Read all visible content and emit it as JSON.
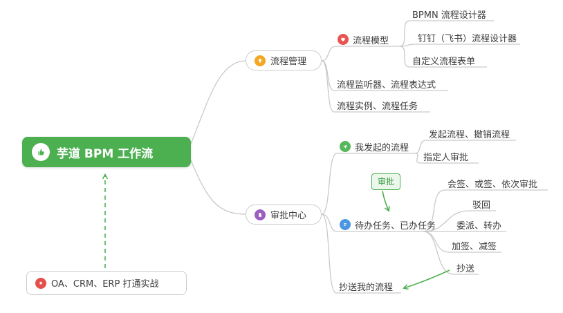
{
  "root": {
    "label": "芋道 BPM 工作流"
  },
  "branches": {
    "process_management": {
      "label": "流程管理",
      "children": {
        "process_model": {
          "label": "流程模型",
          "children": {
            "bpmn_designer": {
              "label": "BPMN 流程设计器"
            },
            "dingtalk_designer": {
              "label": "钉钉（飞书）流程设计器"
            },
            "custom_form": {
              "label": "自定义流程表单"
            }
          }
        },
        "listener_expression": {
          "label": "流程监听器、流程表达式"
        },
        "instance_task": {
          "label": "流程实例、流程任务"
        }
      }
    },
    "approval_center": {
      "label": "审批中心",
      "children": {
        "my_initiated": {
          "label": "我发起的流程",
          "children": {
            "initiate_cancel": {
              "label": "发起流程、撤销流程"
            },
            "assignee_approval": {
              "label": "指定人审批"
            }
          }
        },
        "todo_done": {
          "label": "待办任务、已办任务",
          "children": {
            "countersign": {
              "label": "会签、或签、依次审批"
            },
            "reject": {
              "label": "驳回"
            },
            "delegate_transfer": {
              "label": "委派、转办"
            },
            "add_reduce_sign": {
              "label": "加签、减签"
            },
            "cc": {
              "label": "抄送"
            }
          }
        },
        "cc_my_process": {
          "label": "抄送我的流程"
        }
      }
    }
  },
  "annotations": {
    "approval_tag": {
      "label": "审批"
    },
    "oa_practice": {
      "label": "OA、CRM、ERP 打通实战"
    }
  },
  "colors": {
    "root_bg": "#4caf50",
    "connector": "#c9c9c9",
    "arrow_green": "#4caf50",
    "icon_orange": "#f5a623",
    "icon_red": "#e8544f",
    "icon_green": "#57b75b",
    "icon_blue": "#4a97e0",
    "icon_purple": "#9c5fc0",
    "icon_star_red": "#e4504c"
  }
}
